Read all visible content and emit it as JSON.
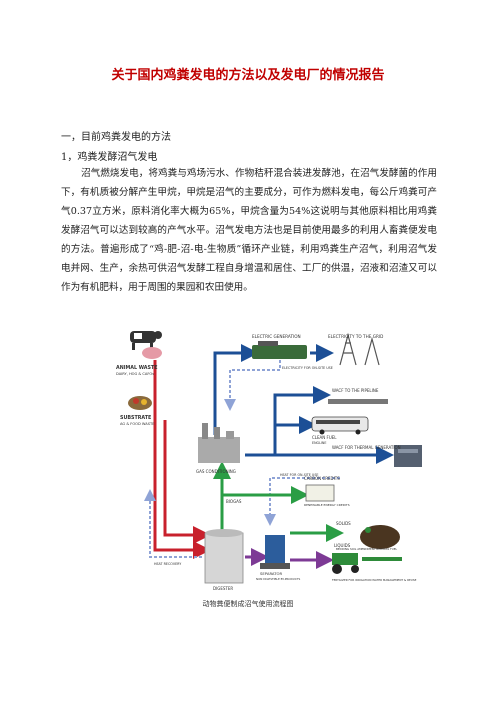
{
  "document": {
    "title": "关于国内鸡粪发电的方法以及发电厂的情况报告",
    "section_heading": "一，目前鸡粪发电的方法",
    "subsection_heading": "1，鸡粪发酵沼气发电",
    "paragraph": "沼气燃烧发电，将鸡粪与鸡场污水、作物秸秆混合装进发酵池，在沼气发酵菌的作用下，有机质被分解产生甲烷，甲烷是沼气的主要成分，可作为燃料发电，每公斤鸡粪可产气0.37立方米，原料消化率大概为65%，甲烷含量为54%这说明与其他原料相比用鸡粪发酵沼气可以达到较高的产气水平。沼气发电方法也是目前使用最多的利用人畜粪便发电的方法。普遍形成了“鸡-肥-沼-电-生物质”循环产业链，利用鸡粪生产沼气，利用沼气发电并网、生产，余热可供沼气发酵工程自身增温和居住、工厂的供温，沼液和沼渣又可以作为有机肥料，用于周围的果园和农田使用。",
    "caption": "动物粪便制成沼气使用流程图"
  },
  "diagram": {
    "labels": {
      "animal_waste": "ANIMAL WASTE",
      "animal_waste_sub": "DAIRY, HOG & CAFOs",
      "substrate": "SUBSTRATE",
      "substrate_sub": "AG & FOOD WASTE",
      "electric_generation": "ELECTRIC GENERATION",
      "electricity_grid": "ELECTRICITY TO THE GRID",
      "electricity_onsite": "ELECTRICITY FOR ON-SITE USE",
      "pipeline": "WACF TO THE PIPELINE",
      "clean_fuel": "CLEAN FUEL",
      "clean_fuel_sub": "ENGLINE",
      "thermal": "WACF FOR THERMAL GENERATION",
      "heat_onsite": "HEAT FOR ON-SITE USE",
      "gas_conditioning": "GAS CONDITIONING",
      "carbon_credits": "CARBON CREDITS",
      "carbon_sub": "RENEWABLE ENERGY CREDITS",
      "biogas": "BIOGAS",
      "solids": "SOLIDS",
      "solids_sub": "BEDDING SOIL AMENDMENT BIOMASS FUEL",
      "separator": "SEPARATOR",
      "separator_sub": "NON DIGESTIBLE BY-PRODUCTS",
      "liquids": "LIQUIDS",
      "liquids_sub": "FERTILIZER FOR IRRIGATION WATER MANAGEMENT & REUSE",
      "heat_recovery": "HEAT RECOVERY",
      "digester": "DIGESTER"
    },
    "colors": {
      "title": "#c00000",
      "waste_flow": "#c8202c",
      "power_flow": "#1c4f96",
      "gas_flow": "#2a9d45",
      "liquid_flow": "#7d3a95",
      "heat_flow": "#8fa3d6"
    }
  }
}
